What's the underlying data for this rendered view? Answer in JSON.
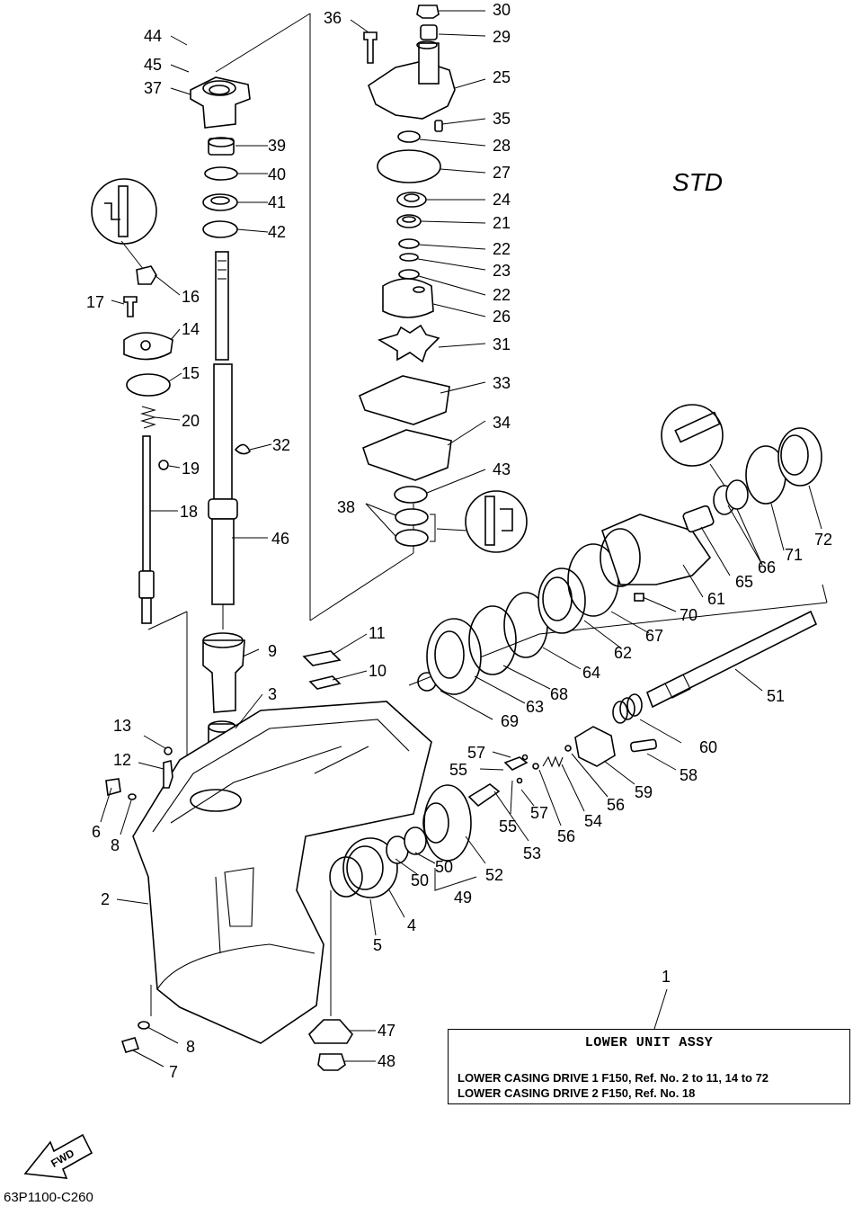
{
  "std_label": "STD",
  "fwd_label": "FWD",
  "diagram_code": "63P1100-C260",
  "legend": {
    "title": "LOWER UNIT ASSY",
    "lines": [
      "LOWER CASING DRIVE 1 F150, Ref. No. 2 to 11, 14 to 72",
      "LOWER CASING DRIVE 2 F150, Ref. No. 18"
    ]
  },
  "callouts": [
    "1",
    "2",
    "3",
    "4",
    "5",
    "6",
    "7",
    "8",
    "8",
    "9",
    "10",
    "11",
    "12",
    "13",
    "14",
    "15",
    "16",
    "17",
    "18",
    "19",
    "20",
    "21",
    "22",
    "22",
    "23",
    "24",
    "25",
    "26",
    "27",
    "28",
    "29",
    "30",
    "31",
    "32",
    "33",
    "34",
    "35",
    "36",
    "37",
    "38",
    "39",
    "40",
    "41",
    "42",
    "43",
    "44",
    "45",
    "46",
    "47",
    "48",
    "49",
    "50",
    "50",
    "51",
    "52",
    "53",
    "54",
    "55",
    "55",
    "56",
    "56",
    "57",
    "57",
    "58",
    "59",
    "60",
    "61",
    "62",
    "63",
    "64",
    "65",
    "66",
    "67",
    "68",
    "69",
    "70",
    "71",
    "72"
  ]
}
